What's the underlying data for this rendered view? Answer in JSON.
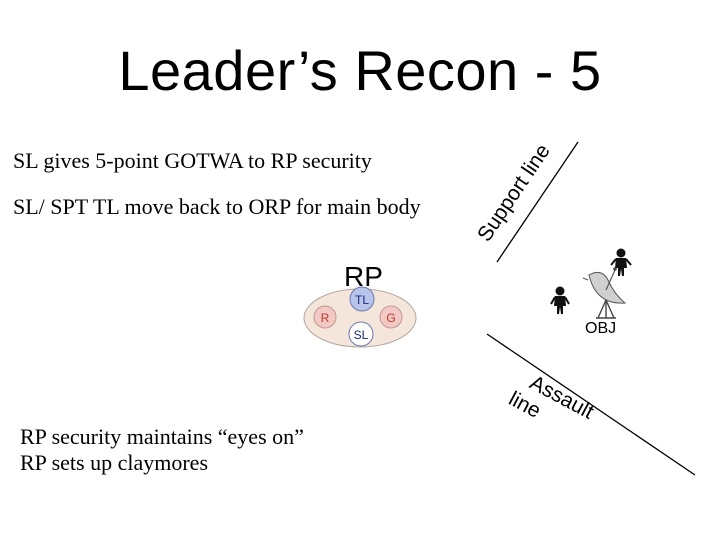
{
  "slide": {
    "title": "Leader’s Recon - 5",
    "bullets": [
      "SL gives 5-point GOTWA to RP security",
      "SL/ SPT TL move back to ORP for main body"
    ],
    "bottom_lines": [
      "RP security maintains “eyes on”",
      "RP sets up claymores"
    ]
  },
  "diagram": {
    "rp_label": "RP",
    "support_line_label": "Support line",
    "assault_line_label": "Assault line",
    "obj_label": "OBJ",
    "team_positions": [
      "TL",
      "R",
      "G",
      "SL"
    ],
    "colors": {
      "rp_ellipse": "#f5e6dc",
      "tl_circle": "#b8c4ea",
      "r_circle": "#f2c9c4",
      "g_circle": "#f2c9c4",
      "sl_circle": "#ffffff",
      "r_text": "#c0392b",
      "g_text": "#c0392b",
      "tl_text": "#1a2a7a",
      "sl_text": "#1a2a7a"
    }
  }
}
